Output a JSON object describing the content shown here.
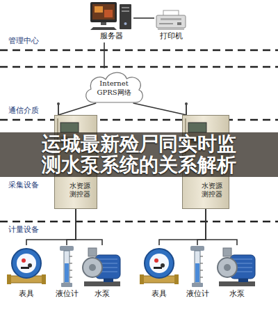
{
  "diagram": {
    "title": "运城最新殓尸同实时监测水泵系统的关系解析",
    "nodes": [
      {
        "text": [
          "服务器"
        ]
      },
      {
        "text": [
          "打印机"
        ]
      },
      {
        "text": [
          "Internet",
          "GPRS网络"
        ]
      },
      {
        "text": [
          "水资源 测控器"
        ]
      },
      {
        "text": [
          "水资源 测控器"
        ]
      },
      {
        "text": [
          "表具"
        ]
      },
      {
        "text": [
          "液位计"
        ]
      },
      {
        "text": [
          "水泵"
        ]
      },
      {
        "text": [
          "表具"
        ]
      },
      {
        "text": [
          "液位计"
        ]
      },
      {
        "text": [
          "水泵"
        ]
      }
    ],
    "edges": [
      {
        "from": 0,
        "to": 1,
        "arrow": "none"
      },
      {
        "from": 2,
        "to": 0,
        "arrow": "none"
      },
      {
        "from": 2,
        "to": 3,
        "arrow": "none"
      },
      {
        "from": 2,
        "to": 4,
        "arrow": "none"
      },
      {
        "from": 3,
        "to": 5,
        "arrow": "none"
      },
      {
        "from": 3,
        "to": 6,
        "arrow": "none"
      },
      {
        "from": 3,
        "to": 7,
        "arrow": "none"
      },
      {
        "from": 4,
        "to": 8,
        "arrow": "none"
      },
      {
        "from": 4,
        "to": 9,
        "arrow": "none"
      },
      {
        "from": 4,
        "to": 10,
        "arrow": "none"
      }
    ],
    "labels": [
      "管理中心",
      "通信介质",
      "采集设备",
      "计量设备"
    ]
  }
}
